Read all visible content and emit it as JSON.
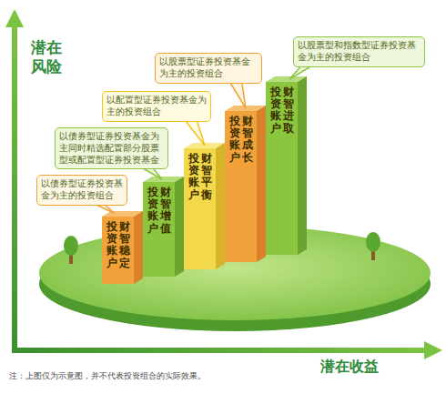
{
  "diagram": {
    "nodes": [
      {
        "text": [
          "以债券型证券投资基金为主的投资组合"
        ]
      },
      {
        "text": [
          "财智稳定",
          "投资账户"
        ]
      },
      {
        "text": [
          "以债券型证券投资基金为主同时精选配置部分股票型或配置型证券投资基金"
        ]
      },
      {
        "text": [
          "财智增值",
          "投资账户"
        ]
      },
      {
        "text": [
          "以配置型证券投资基金为主的投资组合"
        ]
      },
      {
        "text": [
          "财智平衡",
          "投资账户"
        ]
      },
      {
        "text": [
          "以股票型证券投资基金为主的投资组合"
        ]
      },
      {
        "text": [
          "财智成长",
          "投资账户"
        ]
      },
      {
        "text": [
          "以股票型和指数型证券投资基金为主的投资组合"
        ]
      },
      {
        "text": [
          "财智进取",
          "投资账户"
        ]
      }
    ],
    "labels": [
      "潜在风险",
      "潜在收益",
      "注：上图仅为示意图，并不代表投资组合的实际效果。"
    ]
  }
}
